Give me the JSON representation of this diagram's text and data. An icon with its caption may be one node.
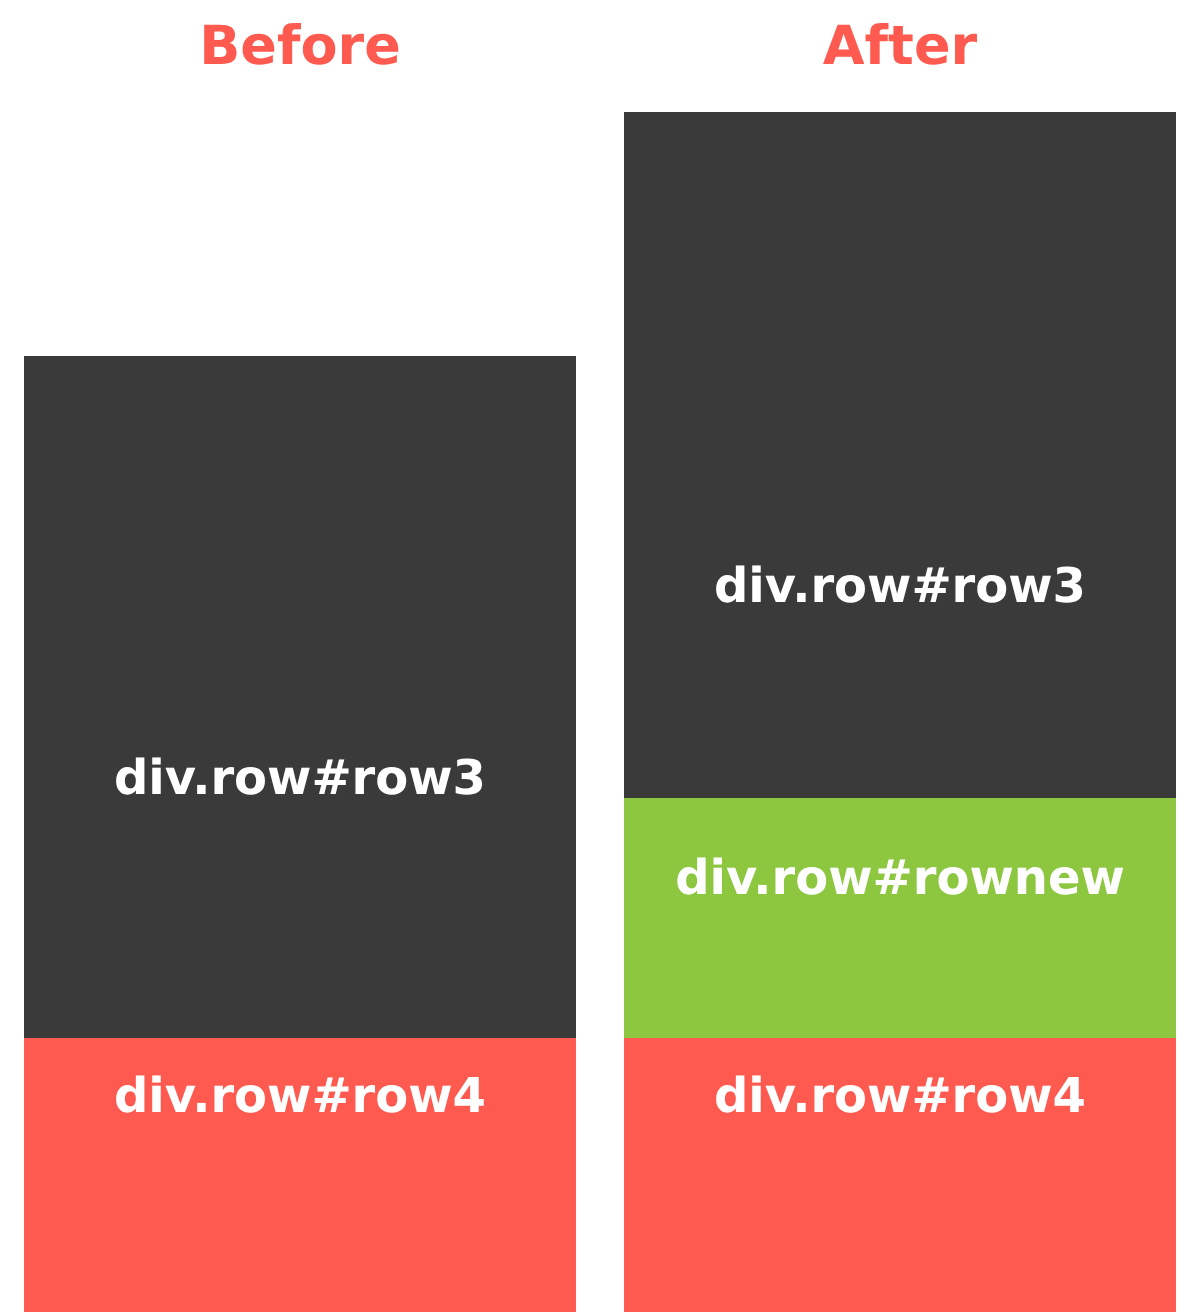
{
  "diagram": {
    "nodes": [
      {
        "text": [
          "div.row#row3"
        ]
      },
      {
        "text": [
          "div.row#row4"
        ]
      },
      {
        "text": [
          "div.row#row3"
        ]
      },
      {
        "text": [
          "div.row#rownew"
        ]
      },
      {
        "text": [
          "div.row#row4"
        ]
      }
    ],
    "edges": [],
    "labels": [
      "Before",
      "After"
    ]
  }
}
